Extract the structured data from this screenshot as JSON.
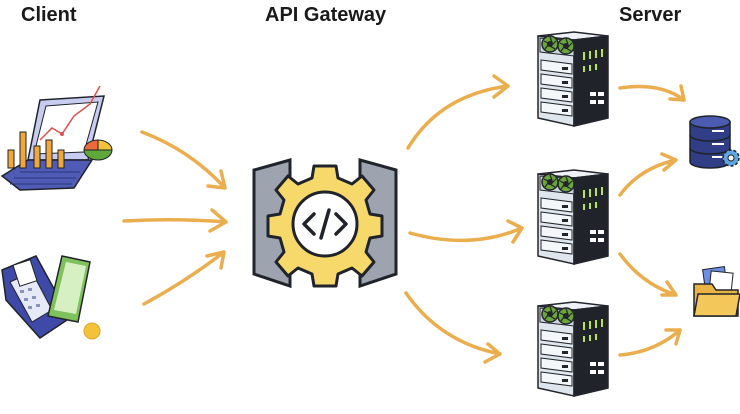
{
  "headers": {
    "client": "Client",
    "gateway": "API Gateway",
    "server": "Server"
  },
  "icons": {
    "client_dashboard": "laptop-analytics-icon",
    "client_payment": "payment-terminal-icon",
    "gateway": "code-gear-icon",
    "server": "server-rack-icon",
    "database": "database-gear-icon",
    "files": "folder-files-icon"
  },
  "colors": {
    "arrow": "#EBAE4F",
    "gateway_gear": "#F6D96A",
    "gateway_panel": "#9DA4AF",
    "server_body": "#DDE3EA",
    "server_dark": "#20232A",
    "fan_green": "#8BC34A",
    "database": "#2F3E86",
    "folder": "#F3C75A",
    "laptop": "#4F5BB5"
  }
}
